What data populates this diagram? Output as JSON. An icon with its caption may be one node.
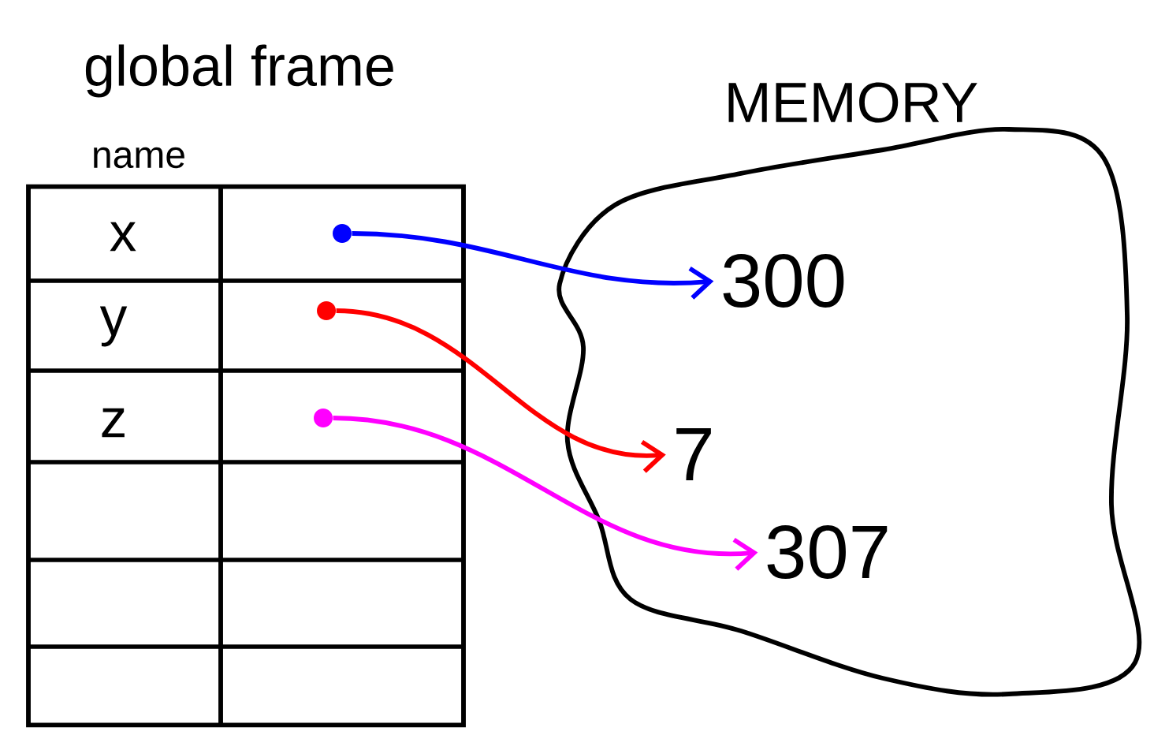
{
  "diagram": {
    "nodes": [
      {
        "text": [
          "global frame",
          "name"
        ]
      },
      {
        "text": [
          "x"
        ],
        "in": 0
      },
      {
        "text": [
          "y"
        ],
        "in": 0
      },
      {
        "text": [
          "z"
        ],
        "in": 0
      },
      {
        "text": [],
        "shape": "circle",
        "in": 0
      },
      {
        "text": [],
        "shape": "circle",
        "in": 0
      },
      {
        "text": [],
        "shape": "circle",
        "in": 0
      },
      {
        "text": [
          "MEMORY"
        ]
      },
      {
        "text": [
          "300"
        ],
        "in": 7
      },
      {
        "text": [
          "7"
        ],
        "in": 7
      },
      {
        "text": [
          "307"
        ],
        "in": 7
      }
    ],
    "edges": [
      {
        "from": 4,
        "to": 8,
        "arrow": "to",
        "color": "#0000ff"
      },
      {
        "from": 5,
        "to": 9,
        "arrow": "to",
        "color": "#ff0000"
      },
      {
        "from": 6,
        "to": 10,
        "arrow": "to",
        "color": "#ff00ff"
      }
    ]
  }
}
